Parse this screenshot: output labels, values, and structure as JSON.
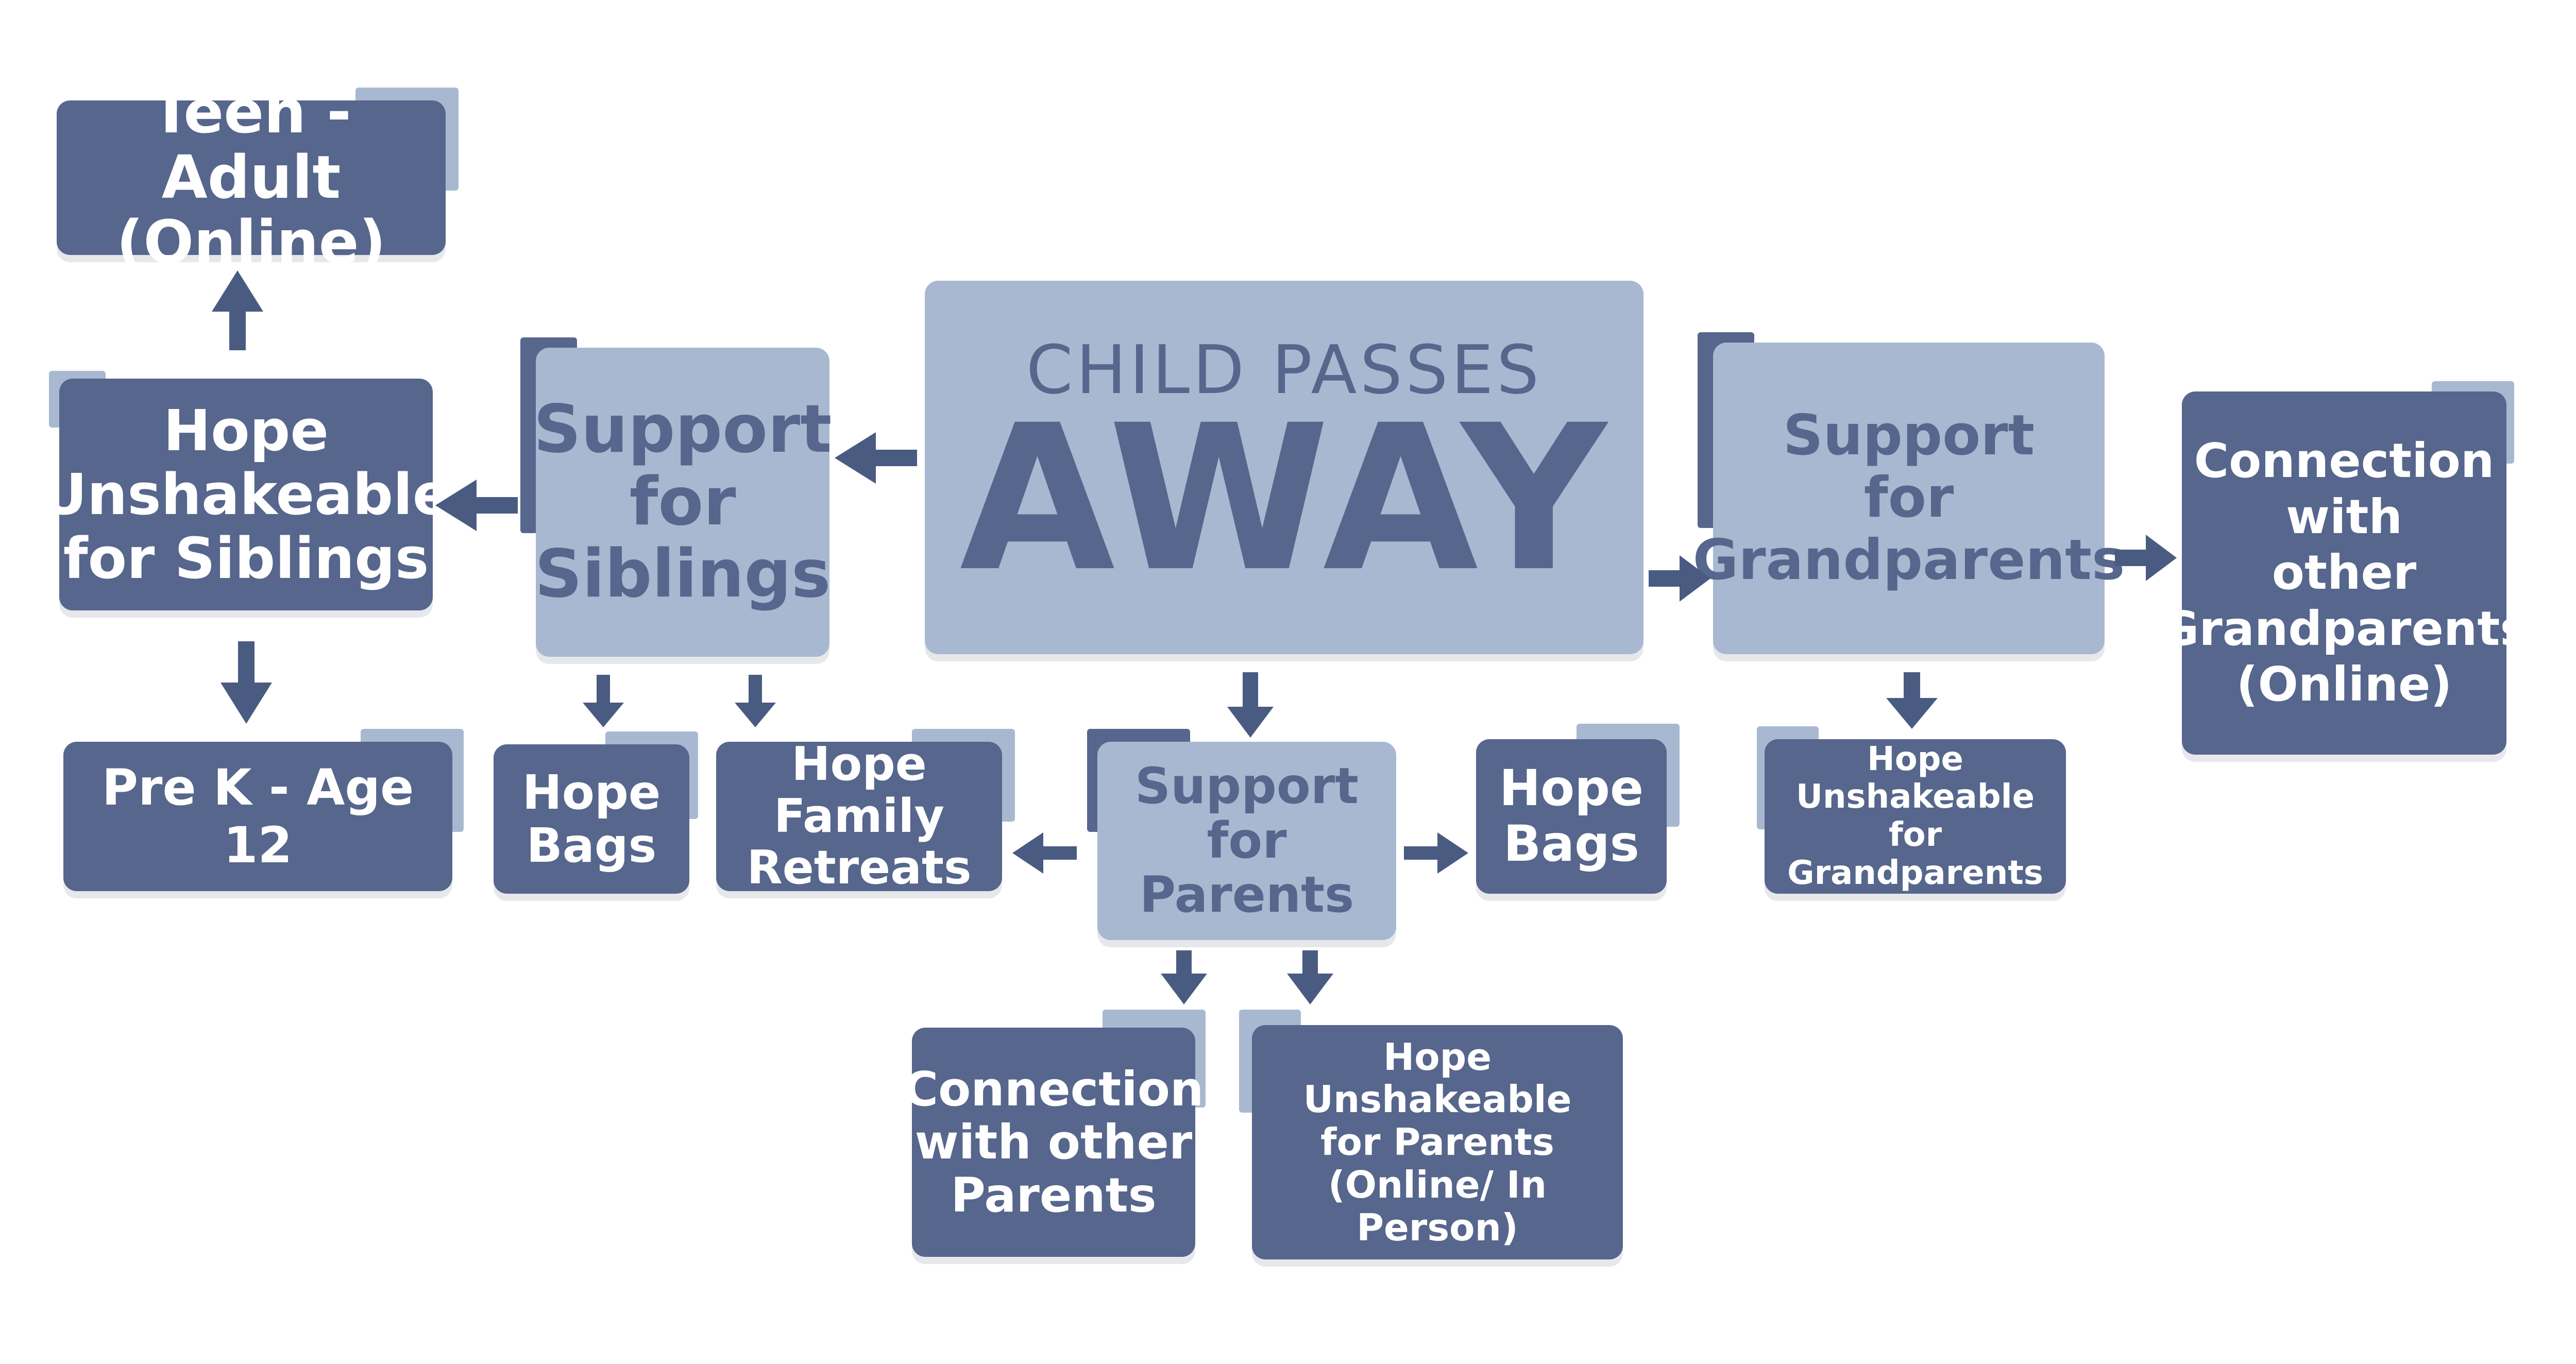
{
  "diagram": {
    "center": {
      "line1": "CHILD PASSES",
      "line2": "AWAY"
    },
    "nodes": {
      "support_siblings": "Support\nfor\nSiblings",
      "support_parents": "Support for\nParents",
      "support_grandparents": "Support\nfor\nGrandparents",
      "hope_unshakeable_siblings": "Hope\nUnshakeable\nfor Siblings",
      "teen_adult": "Teen - Adult\n(Online)",
      "prek_age12": "Pre K - Age 12",
      "hope_bags_siblings": "Hope\nBags",
      "hope_family_retreats": "Hope Family\nRetreats",
      "hope_bags_parents": "Hope\nBags",
      "connection_parents": "Connection\nwith other\nParents",
      "hope_unshakeable_parents": "Hope\nUnshakeable\nfor Parents\n(Online/ In Person)",
      "hope_unshakeable_grandparents": "Hope\nUnshakeable for\nGrandparents",
      "connection_grandparents": "Connection\nwith\nother\nGrandparents\n(Online)"
    },
    "colors": {
      "dark": "#56668c",
      "light": "#a8b8d0",
      "arrow": "#4a5b82"
    },
    "icon": "arrow-icon"
  }
}
